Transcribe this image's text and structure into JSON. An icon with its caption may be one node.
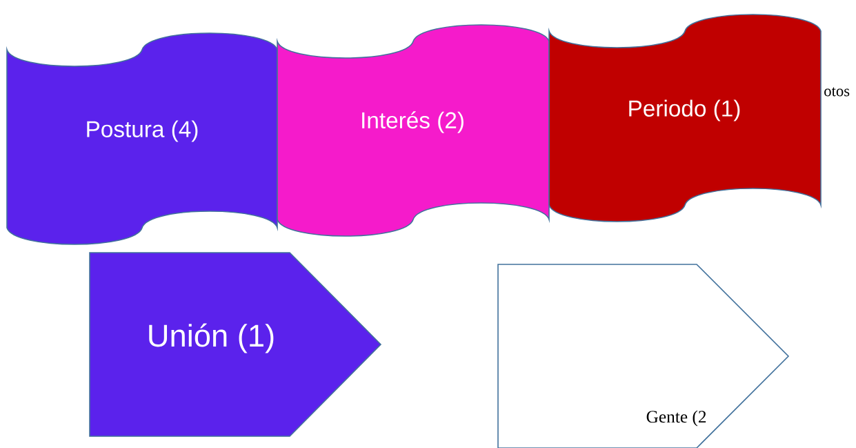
{
  "diagram": {
    "nodes": [
      {
        "text": [
          "Postura (4)"
        ]
      },
      {
        "text": [
          "Interés (2)"
        ]
      },
      {
        "text": [
          "Periodo (1)"
        ]
      },
      {
        "text": [
          "Unión (1)"
        ]
      },
      {
        "text": [
          "Gente (2"
        ]
      }
    ],
    "labels": [
      "otos"
    ]
  }
}
